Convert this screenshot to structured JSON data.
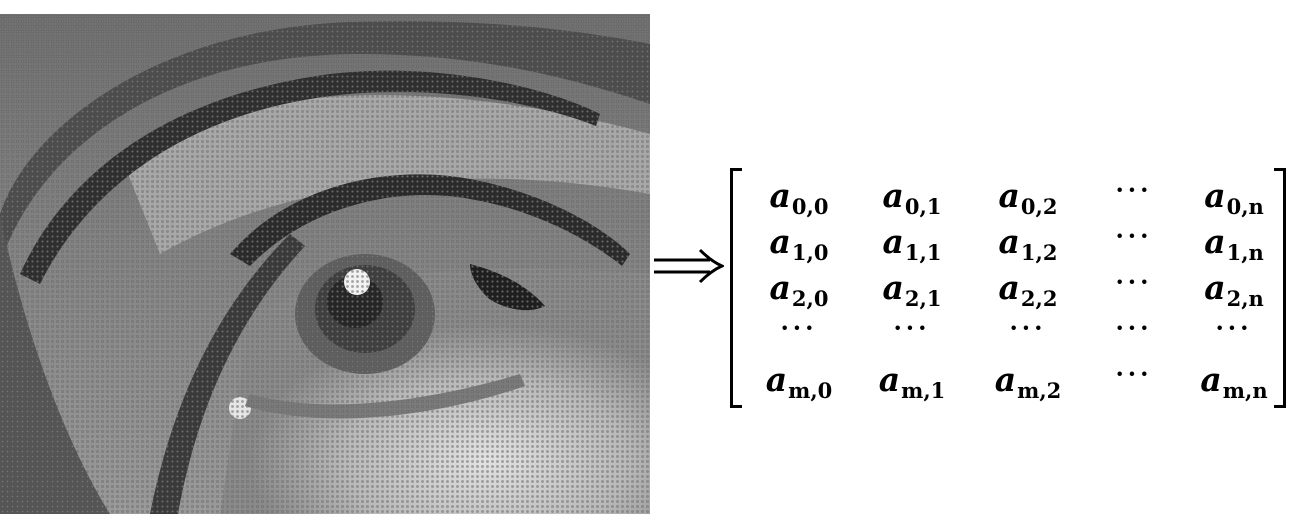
{
  "figure": {
    "image": {
      "subject": "halftone photo close-up of an eye",
      "icon": "eye-photo"
    },
    "arrow": {
      "symbol": "⟹",
      "icon": "double-right-arrow-icon"
    },
    "matrix": {
      "rows": [
        [
          {
            "base": "a",
            "sub": "0,0"
          },
          {
            "base": "a",
            "sub": "0,1"
          },
          {
            "base": "a",
            "sub": "0,2"
          },
          {
            "dots": "···"
          },
          {
            "base": "a",
            "sub": "0,n"
          }
        ],
        [
          {
            "base": "a",
            "sub": "1,0"
          },
          {
            "base": "a",
            "sub": "1,1"
          },
          {
            "base": "a",
            "sub": "1,2"
          },
          {
            "dots": "···"
          },
          {
            "base": "a",
            "sub": "1,n"
          }
        ],
        [
          {
            "base": "a",
            "sub": "2,0"
          },
          {
            "base": "a",
            "sub": "2,1"
          },
          {
            "base": "a",
            "sub": "2,2"
          },
          {
            "dots": "···"
          },
          {
            "base": "a",
            "sub": "2,n"
          }
        ],
        [
          {
            "dots": "···"
          },
          {
            "dots": "···"
          },
          {
            "dots": "···"
          },
          {
            "dots": "···"
          },
          {
            "dots": "···"
          }
        ],
        [
          {
            "base": "a",
            "sub": "m,0"
          },
          {
            "base": "a",
            "sub": "m,1"
          },
          {
            "base": "a",
            "sub": "m,2"
          },
          {
            "dots": "···"
          },
          {
            "base": "a",
            "sub": "m,n"
          }
        ]
      ]
    }
  }
}
